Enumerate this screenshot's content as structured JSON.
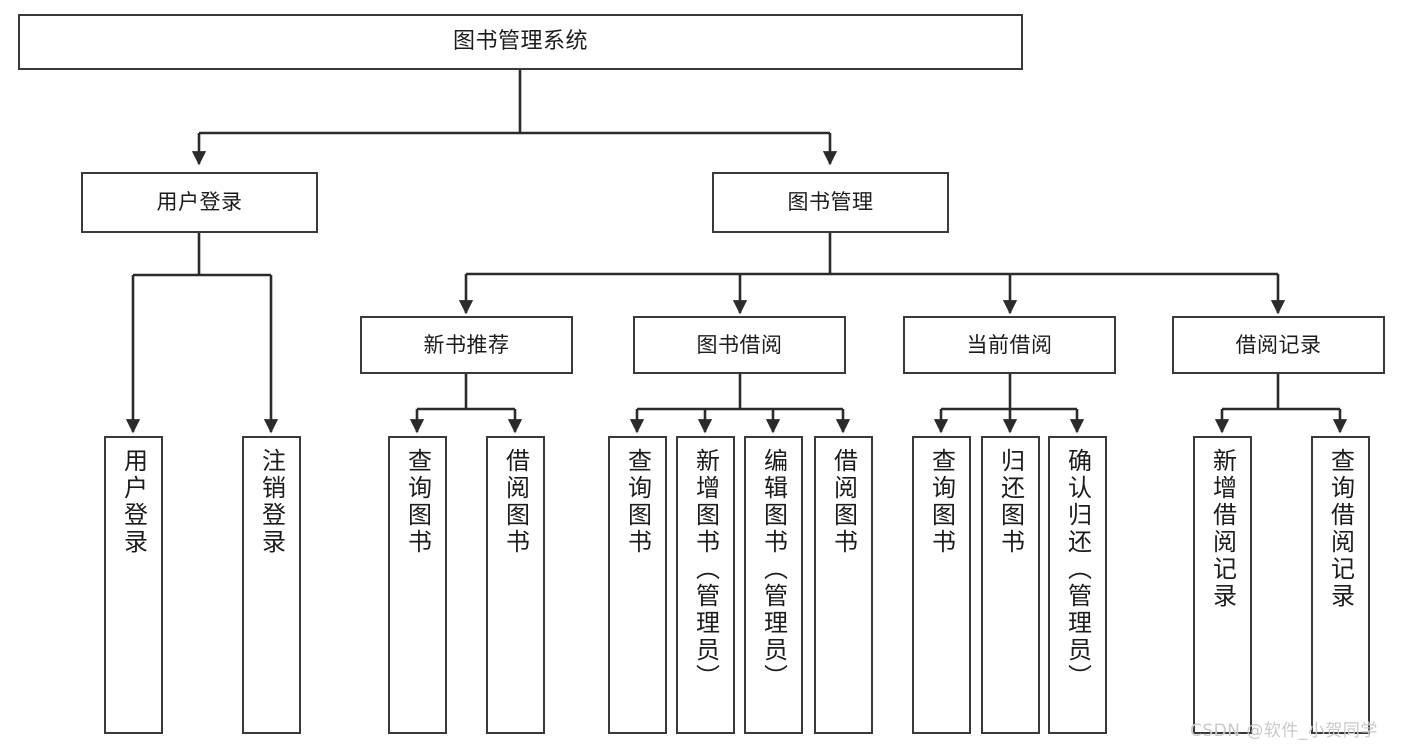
{
  "diagram": {
    "title": "图书管理系统",
    "type": "tree-hierarchy-chart",
    "orientation": "top-down",
    "colors": {
      "box_border": "#3a3a3a",
      "box_fill": "#ffffff",
      "edge": "#2b2b2b",
      "text": "#1c1c1c",
      "watermark": "#c9c9c9",
      "background": "#ffffff"
    }
  },
  "root": {
    "label": "图书管理系统"
  },
  "level1": [
    {
      "id": "user-login",
      "label": "用户登录"
    },
    {
      "id": "book-manage",
      "label": "图书管理"
    }
  ],
  "level2": [
    {
      "id": "new-book-recommend",
      "label": "新书推荐",
      "parent": "book-manage"
    },
    {
      "id": "book-borrow",
      "label": "图书借阅",
      "parent": "book-manage"
    },
    {
      "id": "current-borrow",
      "label": "当前借阅",
      "parent": "book-manage"
    },
    {
      "id": "borrow-record",
      "label": "借阅记录",
      "parent": "book-manage"
    }
  ],
  "leaves": [
    {
      "id": "leaf-user-login",
      "label": "用户登录",
      "parent": "user-login"
    },
    {
      "id": "leaf-user-logout",
      "label": "注销登录",
      "parent": "user-login"
    },
    {
      "id": "leaf-query-book-1",
      "label": "查询图书",
      "parent": "new-book-recommend"
    },
    {
      "id": "leaf-borrow-book-1",
      "label": "借阅图书",
      "parent": "new-book-recommend"
    },
    {
      "id": "leaf-query-book-2",
      "label": "查询图书",
      "parent": "book-borrow"
    },
    {
      "id": "leaf-add-book",
      "label": "新增图书（管理员）",
      "parent": "book-borrow"
    },
    {
      "id": "leaf-edit-book",
      "label": "编辑图书（管理员）",
      "parent": "book-borrow"
    },
    {
      "id": "leaf-borrow-book-2",
      "label": "借阅图书",
      "parent": "book-borrow"
    },
    {
      "id": "leaf-query-book-3",
      "label": "查询图书",
      "parent": "current-borrow"
    },
    {
      "id": "leaf-return-book",
      "label": "归还图书",
      "parent": "current-borrow"
    },
    {
      "id": "leaf-confirm-return",
      "label": "确认归还（管理员）",
      "parent": "current-borrow"
    },
    {
      "id": "leaf-add-record",
      "label": "新增借阅记录",
      "parent": "borrow-record"
    },
    {
      "id": "leaf-query-record",
      "label": "查询借阅记录",
      "parent": "borrow-record"
    }
  ],
  "watermark": {
    "text": "CSDN @软件_小贺同学"
  }
}
